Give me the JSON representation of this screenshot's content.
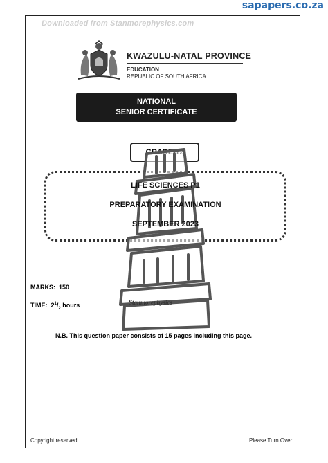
{
  "site": "sapapers.co.za",
  "watermark_top": "Downloaded from Stanmorephysics.com",
  "header": {
    "province": "KWAZULU-NATAL PROVINCE",
    "department": "EDUCATION",
    "republic": "REPUBLIC OF SOUTH AFRICA"
  },
  "certificate": {
    "line1": "NATIONAL",
    "line2": "SENIOR CERTIFICATE"
  },
  "grade": "GRADE 12",
  "exam": {
    "subject": "LIFE SCIENCES P1",
    "type": "PREPARATORY EXAMINATION",
    "date": "SEPTEMBER 2023"
  },
  "tower_label": "Stanmorephysics",
  "marks": {
    "label": "MARKS:",
    "value": "150"
  },
  "time": {
    "label": "TIME:",
    "whole": "2",
    "num": "1",
    "den": "2",
    "unit": "hours"
  },
  "note": "N.B.  This question paper consists of 15 pages including this page.",
  "footer": {
    "left": "Copyright reserved",
    "right": "Please Turn Over"
  }
}
